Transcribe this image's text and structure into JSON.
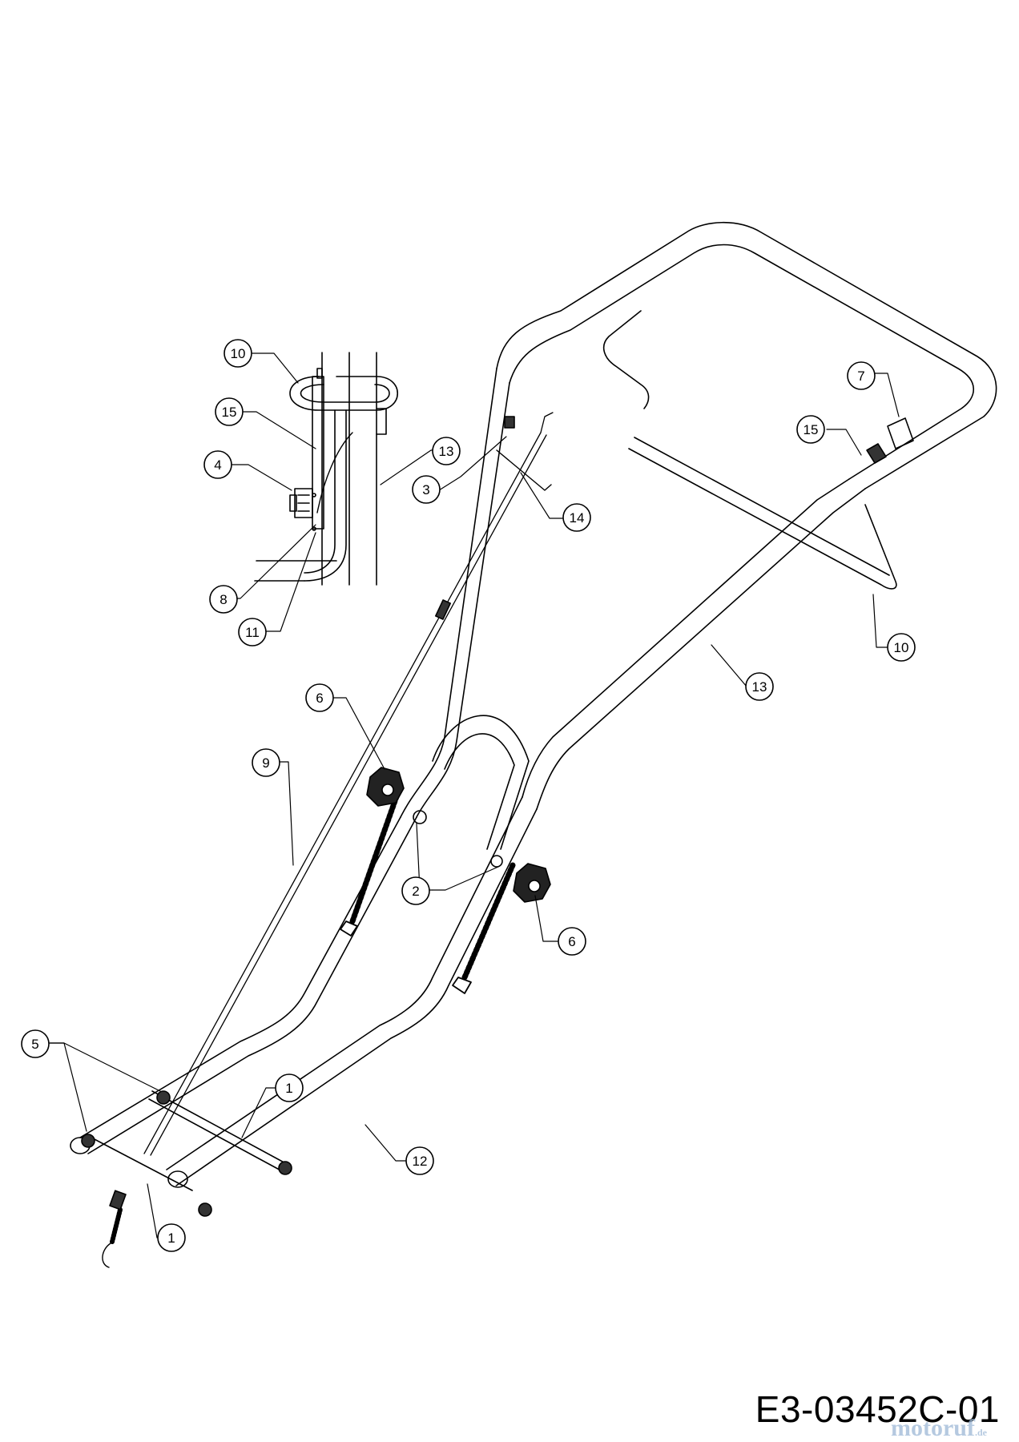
{
  "drawing_id": "E3-03452C-01",
  "watermark": {
    "text": "motoruf",
    "suffix": ".de"
  },
  "callouts": [
    {
      "id": "c-10-detail",
      "label": "10"
    },
    {
      "id": "c-15-detail",
      "label": "15"
    },
    {
      "id": "c-4",
      "label": "4"
    },
    {
      "id": "c-13-detail",
      "label": "13"
    },
    {
      "id": "c-3",
      "label": "3"
    },
    {
      "id": "c-14",
      "label": "14"
    },
    {
      "id": "c-8",
      "label": "8"
    },
    {
      "id": "c-11",
      "label": "11"
    },
    {
      "id": "c-7",
      "label": "7"
    },
    {
      "id": "c-15",
      "label": "15"
    },
    {
      "id": "c-10",
      "label": "10"
    },
    {
      "id": "c-13",
      "label": "13"
    },
    {
      "id": "c-6-upper",
      "label": "6"
    },
    {
      "id": "c-9",
      "label": "9"
    },
    {
      "id": "c-2",
      "label": "2"
    },
    {
      "id": "c-6-lower",
      "label": "6"
    },
    {
      "id": "c-5",
      "label": "5"
    },
    {
      "id": "c-1-upper",
      "label": "1"
    },
    {
      "id": "c-12",
      "label": "12"
    },
    {
      "id": "c-1-lower",
      "label": "1"
    }
  ]
}
